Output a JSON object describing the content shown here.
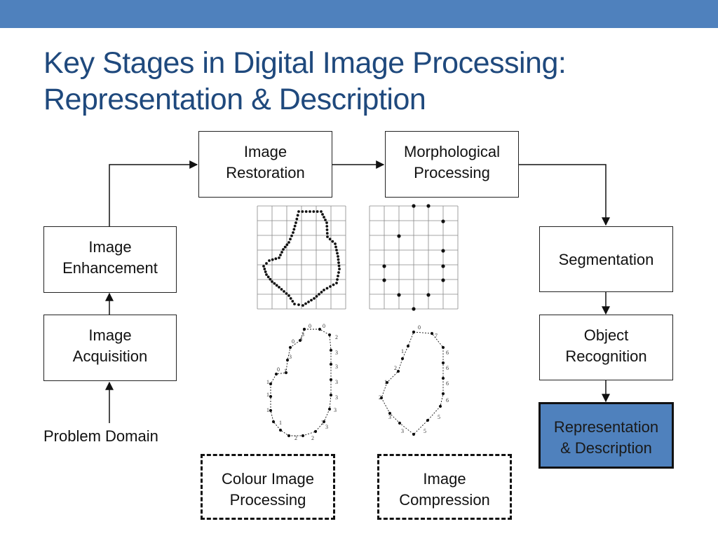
{
  "slide": {
    "title_line1": "Key Stages in Digital Image Processing:",
    "title_line2": "Representation & Description"
  },
  "boxes": {
    "image_restoration": "Image\nRestoration",
    "morphological_processing": "Morphological\nProcessing",
    "image_enhancement": "Image\nEnhancement",
    "segmentation": "Segmentation",
    "image_acquisition": "Image\nAcquisition",
    "object_recognition": "Object\nRecognition",
    "representation_description": "Representation\n& Description",
    "colour_image_processing": "Colour Image\nProcessing",
    "image_compression": "Image\nCompression"
  },
  "problem_domain": "Problem Domain",
  "chain_code_left": {
    "codes": [
      "0",
      "0",
      "1",
      "0",
      "1",
      "0",
      "1",
      "1",
      "1",
      "1",
      "2",
      "2",
      "2",
      "2",
      "3",
      "3",
      "3",
      "3",
      "3",
      "3",
      "3",
      "3"
    ]
  },
  "chain_code_right": {
    "codes": [
      "0",
      "7",
      "1",
      "6",
      "2",
      "6",
      "1",
      "6",
      "2",
      "6",
      "3",
      "5",
      "3",
      "5"
    ]
  },
  "colors": {
    "accent": "#4f81bd",
    "title": "#1f497d"
  }
}
